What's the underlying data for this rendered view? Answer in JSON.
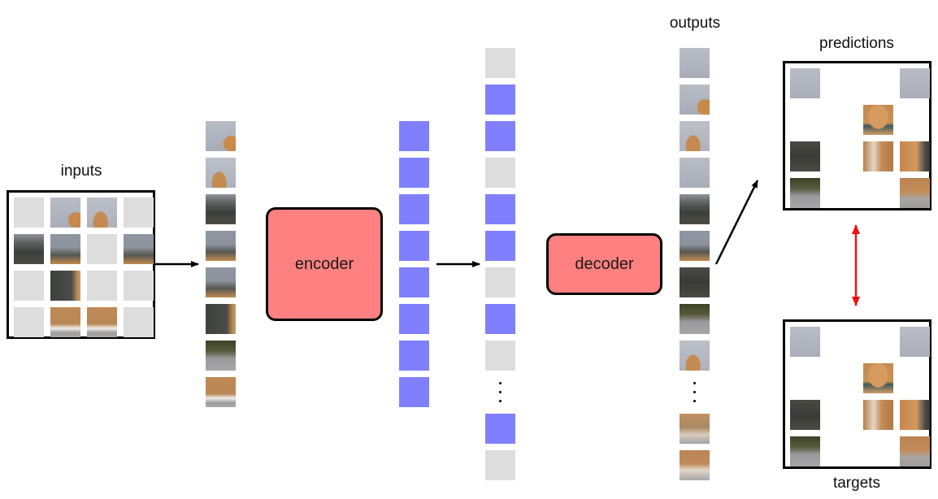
{
  "labels": {
    "inputs": "inputs",
    "encoder": "encoder",
    "decoder": "decoder",
    "outputs": "outputs",
    "predictions": "predictions",
    "targets": "targets"
  },
  "colors": {
    "block_fill": "#ff8080",
    "encoded_token": "#8080ff",
    "mask_token": "#dddddd",
    "compare_arrow": "#ee1111",
    "flow_arrow": "#000000"
  },
  "patch_styles": {
    "sky": "linear-gradient(180deg,#b9bdc6 0%,#a9adb7 100%)",
    "sky_ear": "radial-gradient(circle at 85% 75%,#c78a4a 0 22%,transparent 24%),linear-gradient(180deg,#b8bcc5,#a8acb6)",
    "sky_ear2": "radial-gradient(ellipse at 45% 85%,#c48a50 0 30%,transparent 33%),linear-gradient(180deg,#bcc0c8,#aeb2bb)",
    "dark_hill": "linear-gradient(180deg,#8e929a 0%,#5d5f5e 30%,#3d3f3b 60%,#4c4c47 100%)",
    "dark_cat_edge": "linear-gradient(90deg,#3f413d 0%,#4a4b46 70%,#b98a55 90%,#c99a66 100%)",
    "sky_cat_edge": "linear-gradient(180deg,#8f96a3 0%,#8d939c 45%,#555752 70%,#c28a50 100%)",
    "dark_blur": "linear-gradient(180deg,#4a4a45 0%,#3a3b37 50%,#4b4a44 100%)",
    "grass_ground": "linear-gradient(180deg,#3c4228 0%,#575a3c 35%,#9a9a9c 60%,#a6a5a8 100%)",
    "paws": "linear-gradient(180deg,#c08a55 0%,#b98755 55%,#f0ece6 70%,#9f9e9f 85%,#a9a8a8 100%)",
    "cat_face": "radial-gradient(ellipse at 50% 40%,#d79a5f 0 45%,transparent 50%),linear-gradient(180deg,#c48a50 0%,#c99255 60%,#3f5957 70%,#cf9a66 100%)",
    "cat_chest": "linear-gradient(90deg,#b67e4a 0%,#e4d7c8 35%,#c58c56 60%,#b07848 100%)",
    "cat_side": "linear-gradient(90deg,#c7864a 0%,#d39a60 55%,#4a4846 85%,#3b3a38 100%)",
    "cat_paw_ground": "linear-gradient(180deg,#b98352 0%,#c48b58 45%,#a8a5a3 70%,#9e9c9c 100%)",
    "paw_blur": "linear-gradient(180deg,#c49061 0%,#a98864 45%,#d9cdbd 70%,#a3a2a4 100%)",
    "paw_blur2": "linear-gradient(180deg,#b98556 0%,#c08a5a 45%,#e2d6c8 65%,#a7a6a7 100%)"
  },
  "inputs_grid": {
    "rows": 4,
    "cols": 4,
    "cells": [
      "mask",
      "sky_ear",
      "sky_ear2",
      "mask",
      "dark_hill",
      "sky_cat_edge",
      "mask",
      "sky_cat_edge",
      "mask",
      "dark_cat_edge",
      "mask",
      "mask",
      "mask",
      "paws",
      "paws",
      "mask"
    ]
  },
  "visible_patches": [
    "sky_ear",
    "sky_ear2",
    "dark_hill",
    "sky_cat_edge",
    "sky_cat_edge",
    "dark_cat_edge",
    "grass_ground",
    "paws"
  ],
  "encoded_tokens": 8,
  "decoder_inputs": [
    "mask",
    "enc",
    "enc",
    "mask",
    "enc",
    "enc",
    "mask",
    "enc",
    "mask",
    "dots",
    "enc",
    "mask"
  ],
  "outputs": [
    "sky",
    "sky_ear",
    "sky_ear2",
    "sky",
    "dark_hill",
    "sky_cat_edge",
    "dark_blur",
    "grass_ground",
    "sky_ear2",
    "dots",
    "paw_blur",
    "paw_blur2"
  ],
  "predictions_grid": {
    "rows": 4,
    "cols": 4,
    "cells": [
      "sky",
      "empty",
      "empty",
      "sky",
      "empty",
      "empty",
      "cat_face",
      "empty",
      "dark_blur",
      "empty",
      "cat_chest",
      "cat_side",
      "grass_ground",
      "empty",
      "empty",
      "cat_paw_ground"
    ]
  },
  "targets_grid": {
    "rows": 4,
    "cols": 4,
    "cells": [
      "sky",
      "empty",
      "empty",
      "sky",
      "empty",
      "empty",
      "cat_face",
      "empty",
      "dark_blur",
      "empty",
      "cat_chest",
      "cat_side",
      "grass_ground",
      "empty",
      "empty",
      "cat_paw_ground"
    ]
  }
}
